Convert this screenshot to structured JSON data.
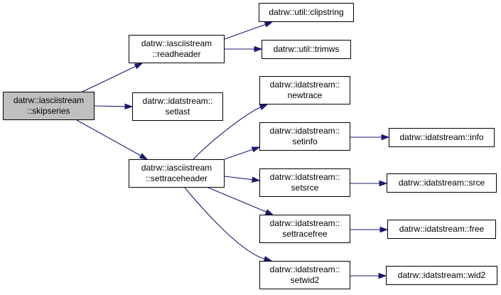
{
  "colors": {
    "edge": "#191970",
    "node_border": "#000000",
    "node_fill": "#ffffff",
    "root_fill": "#bfbfbf"
  },
  "nodes": {
    "skipseries": [
      "datrw::iasciistream",
      "::skipseries"
    ],
    "readheader": [
      "datrw::iasciistream",
      "::readheader"
    ],
    "setlast": [
      "datrw::idatstream::",
      "setlast"
    ],
    "settraceheader": [
      "datrw::iasciistream",
      "::settraceheader"
    ],
    "clipstring": [
      "datrw::util::clipstring"
    ],
    "trimws": [
      "datrw::util::trimws"
    ],
    "newtrace": [
      "datrw::idatstream::",
      "newtrace"
    ],
    "setinfo": [
      "datrw::idatstream::",
      "setinfo"
    ],
    "setsrce": [
      "datrw::idatstream::",
      "setsrce"
    ],
    "settracefree": [
      "datrw::idatstream::",
      "settracefree"
    ],
    "setwid2": [
      "datrw::idatstream::",
      "setwid2"
    ],
    "info": [
      "datrw::idatstream::info"
    ],
    "srce": [
      "datrw::idatstream::srce"
    ],
    "free": [
      "datrw::idatstream::free"
    ],
    "wid2": [
      "datrw::idatstream::wid2"
    ]
  },
  "edges": [
    [
      "skipseries",
      "readheader"
    ],
    [
      "skipseries",
      "setlast"
    ],
    [
      "skipseries",
      "settraceheader"
    ],
    [
      "readheader",
      "clipstring"
    ],
    [
      "readheader",
      "trimws"
    ],
    [
      "settraceheader",
      "newtrace"
    ],
    [
      "settraceheader",
      "setinfo"
    ],
    [
      "settraceheader",
      "setsrce"
    ],
    [
      "settraceheader",
      "settracefree"
    ],
    [
      "settraceheader",
      "setwid2"
    ],
    [
      "setinfo",
      "info"
    ],
    [
      "setsrce",
      "srce"
    ],
    [
      "settracefree",
      "free"
    ],
    [
      "setwid2",
      "wid2"
    ]
  ]
}
